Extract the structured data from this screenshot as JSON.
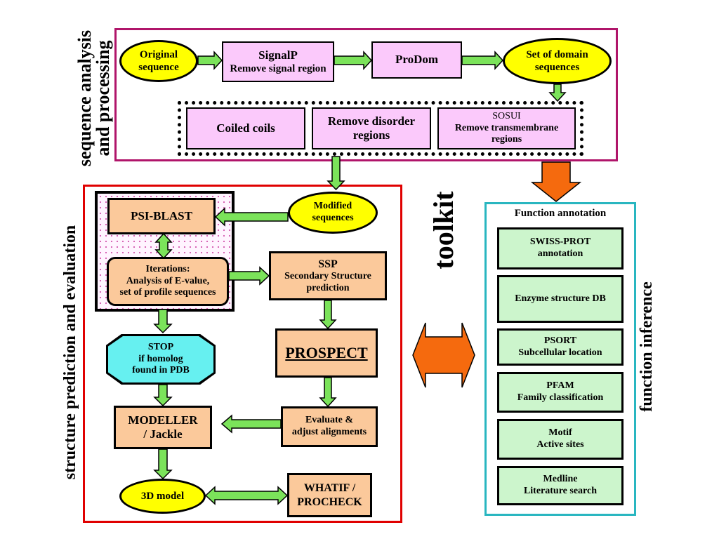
{
  "sections": {
    "sequence": {
      "label_line1": "sequence analysis",
      "label_line2": "and processing",
      "original_sequence": [
        "Original",
        "sequence"
      ],
      "signalp": [
        "SignalP",
        "Remove signal region"
      ],
      "prodom": "ProDom",
      "domain_sequences": [
        "Set of domain",
        "sequences"
      ],
      "coiled_coils": "Coiled coils",
      "remove_disorder": [
        "Remove disorder",
        "regions"
      ],
      "sosui": [
        "SOSUI",
        "Remove transmembrane",
        "regions"
      ]
    },
    "structure": {
      "label": "structure prediction and evaluation",
      "modified_sequences": [
        "Modified",
        "sequences"
      ],
      "psi_blast": "PSI-BLAST",
      "iterations": [
        "Iterations:",
        "Analysis of E-value,",
        "set of profile sequences"
      ],
      "ssp": [
        "SSP",
        "Secondary Structure",
        "prediction"
      ],
      "stop": [
        "STOP",
        "if homolog",
        "found in PDB"
      ],
      "prospect": "PROSPECT",
      "modeller": [
        "MODELLER",
        "/ Jackle"
      ],
      "evaluate": [
        "Evaluate &",
        "adjust alignments"
      ],
      "model_3d": "3D model",
      "whatif": [
        "WHATIF /",
        "PROCHECK"
      ]
    },
    "toolkit": "toolkit",
    "function": {
      "label": "function inference",
      "header": "Function annotation",
      "items": [
        [
          "SWISS-PROT",
          "annotation"
        ],
        [
          "Enzyme structure DB"
        ],
        [
          "PSORT",
          "Subcellular location"
        ],
        [
          "PFAM",
          "Family classification"
        ],
        [
          "Motif",
          "Active sites"
        ],
        [
          "Medline",
          "Literature search"
        ]
      ]
    }
  },
  "colors": {
    "sequence_frame": "#b0156a",
    "structure_frame": "#e00000",
    "function_frame": "#29b6c0",
    "arrow_green": "#7be35a",
    "arrow_orange": "#f56a0e",
    "stop_fill": "#66f0f0"
  }
}
